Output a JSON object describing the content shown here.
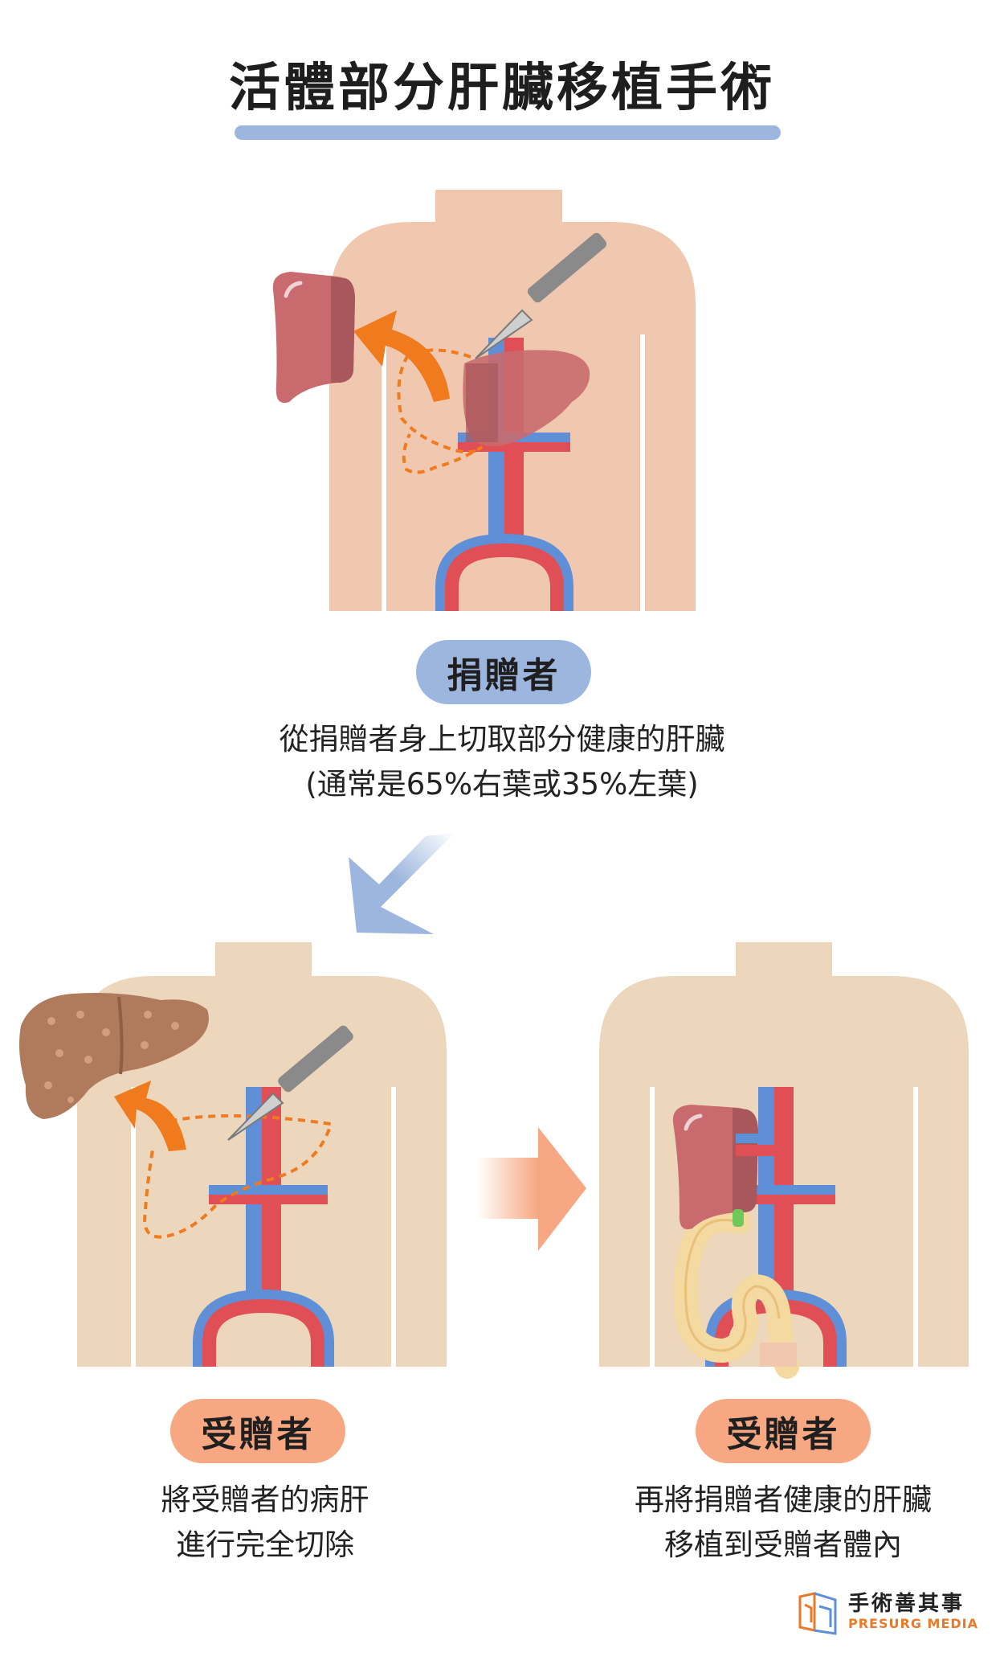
{
  "title": "活體部分肝臟移植手術",
  "colors": {
    "donor_body": "#f0c8b0",
    "recipient_body": "#ecd6bc",
    "donor_pill": "#9db6df",
    "recipient_pill": "#f7a882",
    "artery": "#df4f55",
    "vein": "#5f8fd6",
    "healthy_liver": "#c96a6e",
    "diseased_liver": "#b07a5c",
    "arrow_orange": "#f07a1e",
    "arrow_blue": "#9db6df",
    "arrow_salmon": "#f7a882"
  },
  "donor": {
    "label": "捐贈者",
    "description_lines": [
      "從捐贈者身上切取部分健康的肝臟",
      "(通常是65%右葉或35%左葉)"
    ]
  },
  "recipient_left": {
    "label": "受贈者",
    "description_lines": [
      "將受贈者的病肝",
      "進行完全切除"
    ]
  },
  "recipient_right": {
    "label": "受贈者",
    "description_lines": [
      "再將捐贈者健康的肝臟",
      "移植到受贈者體內"
    ]
  },
  "logo": {
    "name_cn": "手術善其事",
    "name_en": "PRESURG MEDIA",
    "icon": "presurg-logo-icon"
  }
}
